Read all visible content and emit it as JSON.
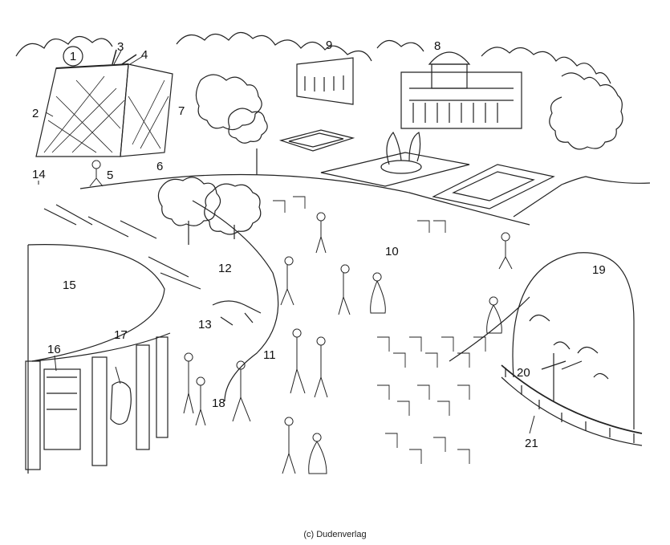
{
  "labels": {
    "n1": "1",
    "n2": "2",
    "n3": "3",
    "n4": "4",
    "n5": "5",
    "n6": "6",
    "n7": "7",
    "n8": "8",
    "n9": "9",
    "n10": "10",
    "n11": "11",
    "n12": "12",
    "n13": "13",
    "n14": "14",
    "n15": "15",
    "n16": "16",
    "n17": "17",
    "n18": "18",
    "n19": "19",
    "n20": "20",
    "n21": "21"
  },
  "caption": "(c) Dudenverlag"
}
